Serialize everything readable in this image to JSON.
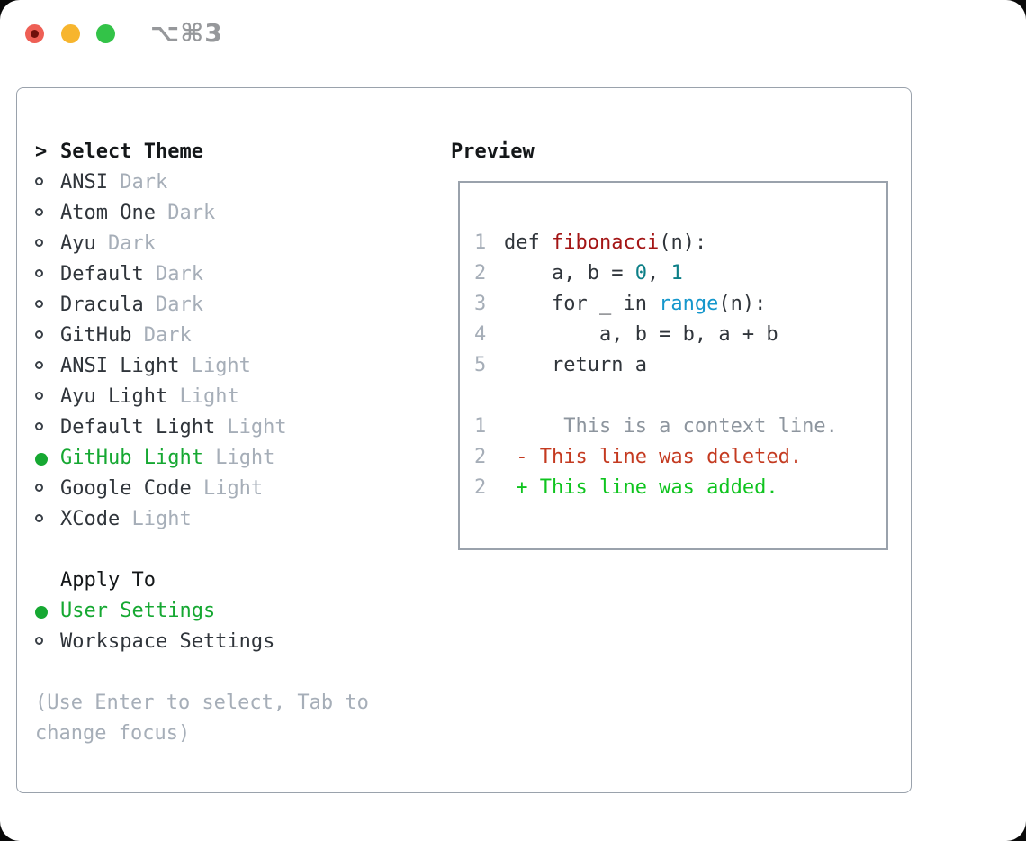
{
  "window": {
    "title": "⌥⌘3",
    "controls": [
      {
        "name": "close",
        "color": "#ee5f55"
      },
      {
        "name": "minimize",
        "color": "#f7b52e"
      },
      {
        "name": "zoom",
        "color": "#33c348"
      }
    ]
  },
  "colors": {
    "ink": "#30353b",
    "heading": "#141719",
    "muted_gray": "#a6aeb8",
    "context_gray": "#8d959e",
    "selection_green": "#16a832",
    "added_green": "#0fc41f",
    "deleted_red": "#c43a20",
    "function_red": "#a31515",
    "number_teal": "#0c7f87",
    "builtin_blue": "#1597cc",
    "panel_border": "#9aa2ac",
    "titlebar_gray": "#96989b"
  },
  "theme_picker": {
    "prompt": ">",
    "title": "Select Theme",
    "themes": [
      {
        "name": "ANSI",
        "variant": "Dark",
        "selected": false
      },
      {
        "name": "Atom One",
        "variant": "Dark",
        "selected": false
      },
      {
        "name": "Ayu",
        "variant": "Dark",
        "selected": false
      },
      {
        "name": "Default",
        "variant": "Dark",
        "selected": false
      },
      {
        "name": "Dracula",
        "variant": "Dark",
        "selected": false
      },
      {
        "name": "GitHub",
        "variant": "Dark",
        "selected": false
      },
      {
        "name": "ANSI Light",
        "variant": "Light",
        "selected": false
      },
      {
        "name": "Ayu Light",
        "variant": "Light",
        "selected": false
      },
      {
        "name": "Default Light",
        "variant": "Light",
        "selected": false
      },
      {
        "name": "GitHub Light",
        "variant": "Light",
        "selected": true
      },
      {
        "name": "Google Code",
        "variant": "Light",
        "selected": false
      },
      {
        "name": "XCode",
        "variant": "Light",
        "selected": false
      }
    ],
    "apply_to": {
      "title": "Apply To",
      "options": [
        {
          "name": "User Settings",
          "selected": true
        },
        {
          "name": "Workspace Settings",
          "selected": false
        }
      ]
    },
    "hint_lines": [
      "(Use Enter to select, Tab to",
      "change focus)"
    ]
  },
  "preview": {
    "title": "Preview",
    "lines": [
      {
        "num": "1",
        "tokens": [
          {
            "t": "def ",
            "c": "p"
          },
          {
            "t": "fibonacci",
            "c": "fn"
          },
          {
            "t": "(n):",
            "c": "p"
          }
        ]
      },
      {
        "num": "2",
        "tokens": [
          {
            "t": "    a, b = ",
            "c": "p"
          },
          {
            "t": "0",
            "c": "nm"
          },
          {
            "t": ", ",
            "c": "p"
          },
          {
            "t": "1",
            "c": "nm"
          }
        ]
      },
      {
        "num": "3",
        "tokens": [
          {
            "t": "    for _ in ",
            "c": "p"
          },
          {
            "t": "range",
            "c": "bi"
          },
          {
            "t": "(n):",
            "c": "p"
          }
        ]
      },
      {
        "num": "4",
        "tokens": [
          {
            "t": "        a, b = b, a + b",
            "c": "p"
          }
        ]
      },
      {
        "num": "5",
        "tokens": [
          {
            "t": "    return a",
            "c": "p"
          }
        ]
      },
      {
        "num": "",
        "tokens": []
      },
      {
        "num": "1",
        "tokens": [
          {
            "t": "     This is a context line.",
            "c": "ctx"
          }
        ]
      },
      {
        "num": "2",
        "tokens": [
          {
            "t": " - This line was deleted.",
            "c": "del"
          }
        ]
      },
      {
        "num": "2",
        "tokens": [
          {
            "t": " + This line was added.",
            "c": "add"
          }
        ]
      }
    ]
  }
}
